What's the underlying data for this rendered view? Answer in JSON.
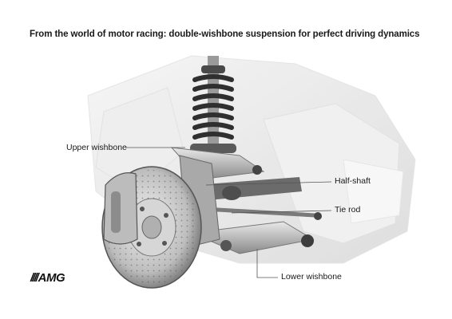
{
  "headline": "From the world of motor racing: double-wishbone suspension for perfect driving dynamics",
  "labels": {
    "upper_wishbone": "Upper wishbone",
    "half_shaft": "Half-shaft",
    "tie_rod": "Tie rod",
    "lower_wishbone": "Lower wishbone"
  },
  "brand_logo": "AMG",
  "colors": {
    "background": "#ffffff",
    "text": "#1a1a1a",
    "leader_line": "#555555",
    "metal_dark": "#3c3c3c",
    "metal_light": "#cfcfcf"
  }
}
